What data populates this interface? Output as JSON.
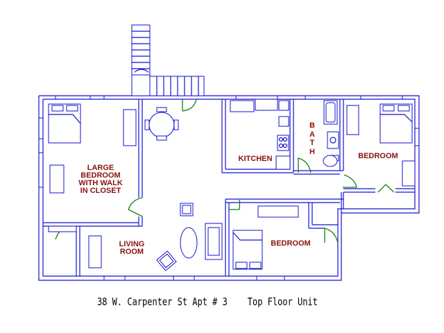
{
  "rooms": {
    "large_bedroom": "LARGE\nBEDROOM\nWITH WALK\nIN CLOSET",
    "kitchen": "KITCHEN",
    "bath": "BATH",
    "bedroom_right": "BEDROOM",
    "living_room": "LIVING\nROOM",
    "bedroom_center": "BEDROOM"
  },
  "caption": "38 W. Carpenter St Apt # 3    Top Floor Unit",
  "colors": {
    "wall": "#1010d0",
    "door": "#108010",
    "room_label": "#8b1010"
  }
}
